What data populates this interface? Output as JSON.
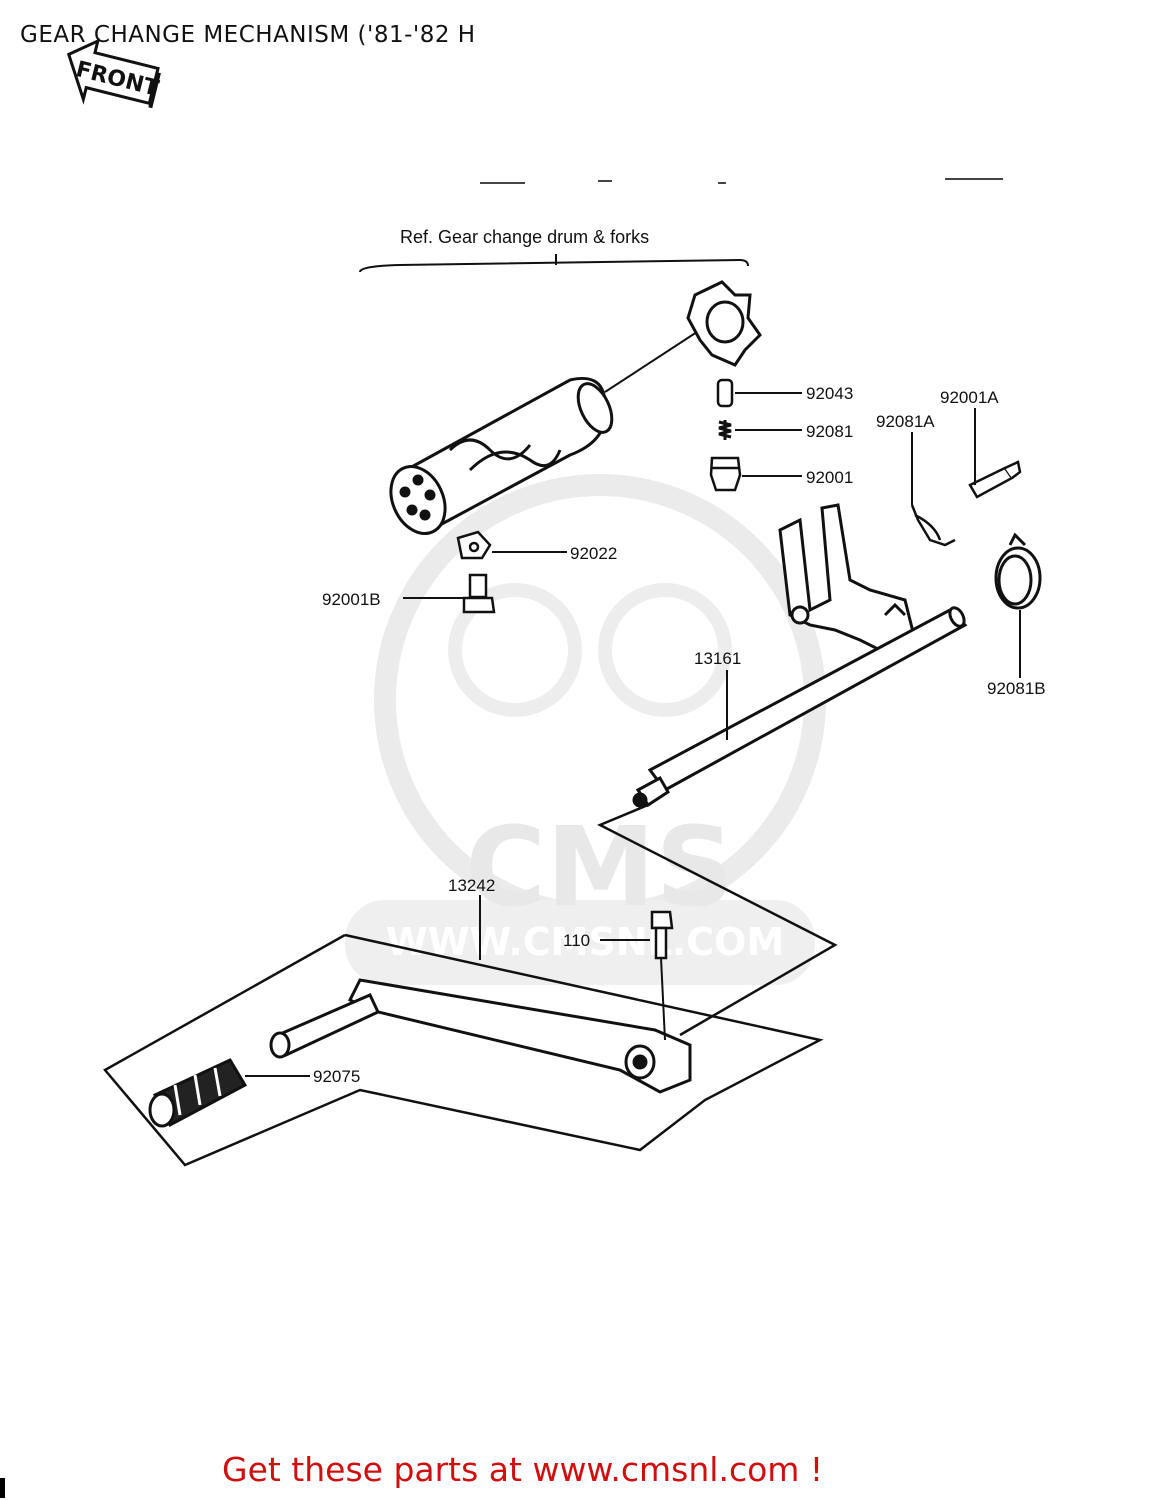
{
  "page": {
    "title": "GEAR CHANGE MECHANISM ('81-'82 H",
    "footer": "Get these parts at www.cmsnl.com !"
  },
  "diagram": {
    "front_arrow_text": "FRONT",
    "reference_note": "Ref.  Gear change drum & forks",
    "watermark": {
      "brand": "CMS",
      "url": "WWW.CMSNL.COM"
    },
    "part_labels": {
      "p92043": "92043",
      "p92081": "92081",
      "p92001": "92001",
      "p92001A": "92001A",
      "p92081A": "92081A",
      "p92022": "92022",
      "p92001B": "92001B",
      "p13161": "13161",
      "p92081B": "92081B",
      "p13242": "13242",
      "p110": "110",
      "p92075": "92075"
    }
  },
  "colors": {
    "footer": "#d01010",
    "linework": "#111111",
    "watermark": "#e8e8e8"
  }
}
